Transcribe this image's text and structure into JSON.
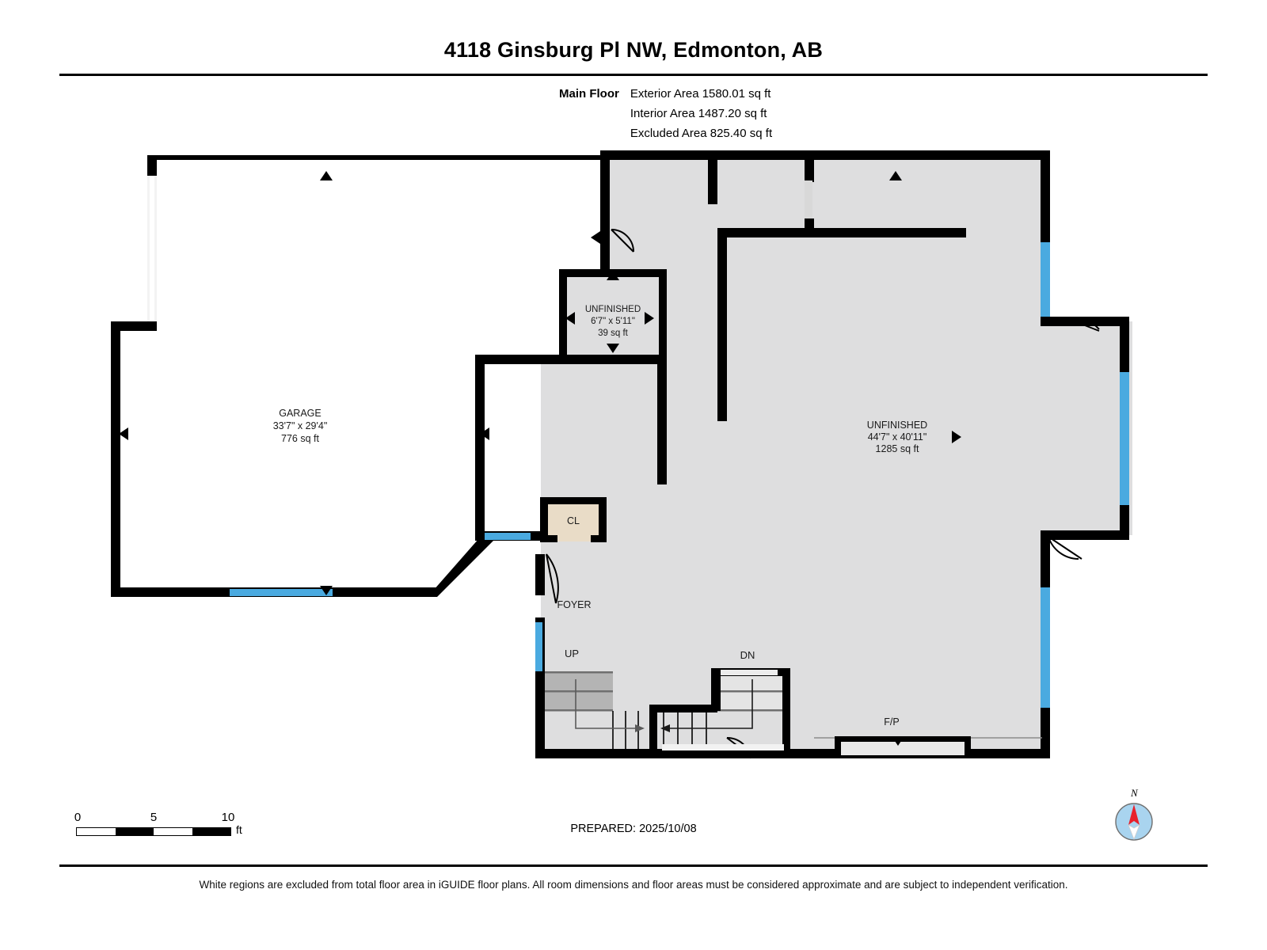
{
  "header": {
    "title": "4118 Ginsburg Pl NW, Edmonton, AB",
    "floor_label": "Main Floor",
    "exterior_area": "Exterior Area 1580.01 sq ft",
    "interior_area": "Interior Area 1487.20 sq ft",
    "excluded_area": "Excluded Area 825.40 sq ft"
  },
  "rooms": {
    "garage": {
      "name": "GARAGE",
      "dimensions": "33'7\" x 29'4\"",
      "area": "776 sq ft"
    },
    "unfinished_small": {
      "name": "UNFINISHED",
      "dimensions": "6'7\" x 5'11\"",
      "area": "39 sq ft"
    },
    "unfinished_large": {
      "name": "UNFINISHED",
      "dimensions": "44'7\" x 40'11\"",
      "area": "1285 sq ft"
    },
    "closet": {
      "name": "CL"
    },
    "foyer": {
      "name": "FOYER"
    },
    "fireplace": {
      "name": "F/P"
    }
  },
  "stairs": {
    "up_label": "UP",
    "down_label": "DN"
  },
  "scale": {
    "ticks": [
      "0",
      "5",
      "10"
    ],
    "unit": "ft"
  },
  "compass": {
    "north_label": "N"
  },
  "footer": {
    "prepared": "PREPARED: 2025/10/08",
    "disclaimer": "White regions are excluded from total floor area in iGUIDE floor plans. All room dimensions and floor areas must be considered approximate and are subject to independent verification."
  },
  "colors": {
    "wall": "#000000",
    "interior_fill": "#dededf",
    "closet_fill": "#e9dcc7",
    "window": "#4aaae0",
    "stair_tread": "#b4b4b4",
    "compass_face": "#a9d4ef",
    "compass_needle": "#e8212b"
  }
}
